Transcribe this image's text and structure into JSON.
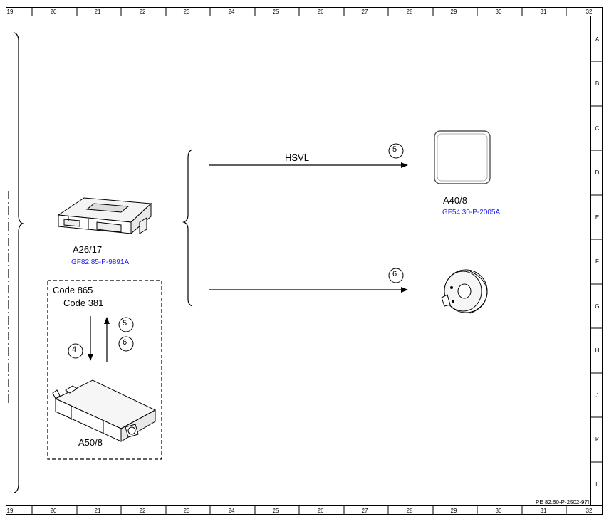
{
  "ruler": {
    "columns": [
      "19",
      "20",
      "21",
      "22",
      "23",
      "24",
      "25",
      "26",
      "27",
      "28",
      "29",
      "30",
      "31",
      "32"
    ],
    "rows": [
      "A",
      "B",
      "C",
      "D",
      "E",
      "F",
      "G",
      "H",
      "J",
      "K",
      "L"
    ]
  },
  "components": {
    "a26": {
      "name": "A26/17",
      "ref": "GF82.85-P-9891A"
    },
    "a40": {
      "name": "A40/8",
      "ref": "GF54.30-P-2005A"
    },
    "a50": {
      "name": "A50/8"
    }
  },
  "codes": {
    "code1": "Code 865",
    "code2": "Code 381"
  },
  "signals": {
    "hsvl": "HSVL",
    "n4": "4",
    "n5": "5",
    "n6": "6",
    "n5b": "5",
    "n6b": "6"
  },
  "doc_id": "PE 82.60-P-2502-97I"
}
